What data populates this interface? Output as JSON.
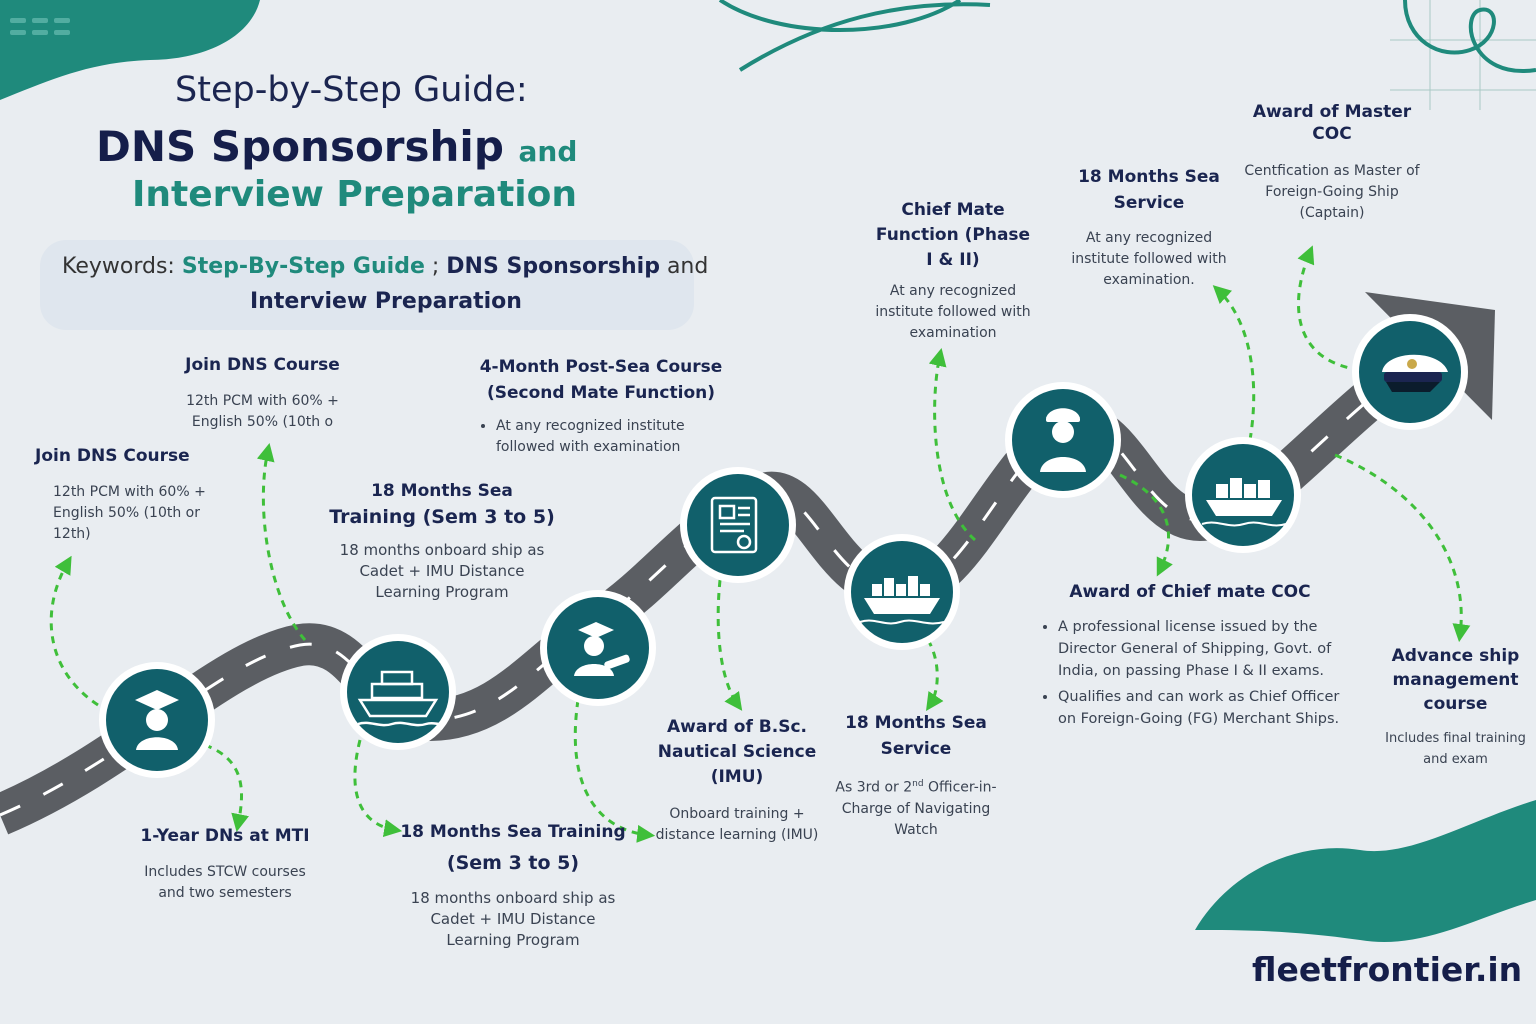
{
  "header": {
    "line1": "Step-by-Step Guide:",
    "line2": "DNS Sponsorship",
    "line2_suffix": "and",
    "line3": "Interview Preparation"
  },
  "keywords": {
    "prefix": "Keywords:",
    "term1": "Step-By-Step Guide",
    "separator": ";",
    "term2": "DNS Sponsorship",
    "joiner": "and",
    "term3": "Interview Preparation"
  },
  "steps": [
    {
      "title": "Join DNS Course",
      "desc": "12th PCM with 60% + English 50% (10th or 12th)"
    },
    {
      "title": "1-Year DNs at MTI",
      "desc": "Includes STCW courses and two semesters"
    },
    {
      "title": "Join DNS Course",
      "desc": "12th PCM with 60% + English 50% (10th o"
    },
    {
      "title": "18 Months Sea Training",
      "title2": "(Sem 3 to 5)",
      "desc": "18 months onboard ship as Cadet + IMU Distance Learning Program"
    },
    {
      "title": "18 Months Sea",
      "title2": "Training (Sem 3 to 5)",
      "desc": "18 months onboard ship as Cadet + IMU Distance Learning Program"
    },
    {
      "title": "4-Month Post-Sea Course (Second Mate Function)",
      "desc": "At any recognized institute followed with examination"
    },
    {
      "title": "Award of B.Sc. Nautical Science (IMU)",
      "desc": "Onboard training + distance learning (IMU)"
    },
    {
      "title": "18 Months Sea Service",
      "desc_pre": "As 3rd or 2",
      "desc_sup": "nd",
      "desc_post": " Officer-in-Charge of Navigating Watch"
    },
    {
      "title": "Chief Mate Function (Phase I & II)",
      "desc": "At any recognized institute followed with examination"
    },
    {
      "title": "Award of Chief mate COC",
      "bullets": [
        "A professional license issued by the Director General of Shipping, Govt. of India, on passing Phase I & II exams.",
        "Qualifies and can work as Chief Officer on Foreign-Going (FG) Merchant Ships."
      ]
    },
    {
      "title": "18 Months Sea Service",
      "desc": "At any recognized institute followed with examination."
    },
    {
      "title": "Award of Master COC",
      "desc": "Centfication as Master of Foreign-Going Ship (Captain)"
    },
    {
      "title": "Advance ship management course",
      "desc": "Includes final training and exam"
    }
  ],
  "icons": [
    "graduate-icon",
    "cruise-ship-icon",
    "graduate-diploma-icon",
    "certificate-document-icon",
    "cargo-ship-icon",
    "ship-officer-icon",
    "container-ship-icon",
    "captain-cap-icon"
  ],
  "colors": {
    "teal": "#1f8a7c",
    "navy": "#151e4a",
    "road": "#5b5e63",
    "node": "#11606b",
    "arrow": "#3fbf3a"
  },
  "footer": {
    "brand": "fleetfrontier.in"
  }
}
